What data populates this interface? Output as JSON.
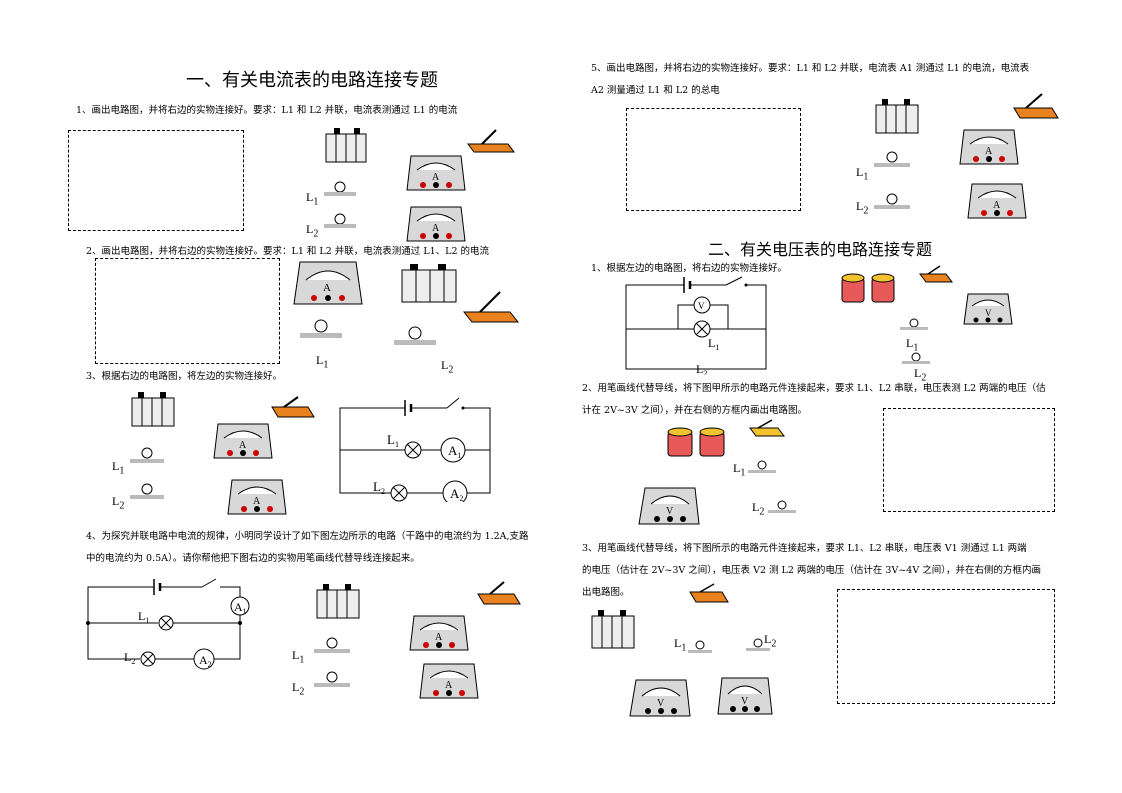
{
  "left": {
    "title": "一、有关电流表的电路连接专题",
    "q1": "1、画出电路图，并将右边的实物连接好。要求：L1 和 L2 并联，电流表测通过 L1 的电流",
    "q2": "2、画出电路图，并将右边的实物连接好。要求：L1 和 L2 并联，电流表测通过 L1、L2 的电流",
    "q3": "3、根据右边的电路图，将左边的实物连接好。",
    "q4_line1": "4、为探究并联电路中电流的规律，小明同学设计了如下图左边所示的电路（干路中的电流约为 1.2A,支路",
    "q4_line2": "中的电流约为 0.5A）。请你帮他把下图右边的实物用笔画线代替导线连接起来。"
  },
  "right": {
    "q5_line1": "5、画出电路图，并将右边的实物连接好。要求：L1 和 L2 并联，电流表 A1 测通过 L1 的电流，电流表",
    "q5_line2": "A2 测量通过 L1 和 L2 的总电",
    "title2": "二、有关电压表的电路连接专题",
    "v1": "1、根据左边的电路图，将右边的实物连接好。",
    "v2_line1": "2、用笔画线代替导线，将下图甲所示的电路元件连接起来，要求 L1、L2 串联，电压表测 L2 两端的电压（估",
    "v2_line2": "计在 2V~3V 之间），并在右侧的方框内画出电路图。",
    "v3_line1": "3、用笔画线代替导线，将下图所示的电路元件连接起来，要求 L1、L2 串联，电压表  V1  测通过 L1 两端",
    "v3_line2": "的电压（估计在 2V~3V 之间），电压表 V2  测 L2 两端的电压（估计在 3V~4V 之间），并在右侧的方框内画",
    "v3_line3": "出电路图。"
  },
  "labels": {
    "L1": "L",
    "L2": "L",
    "sub1": "1",
    "sub2": "2",
    "A": "A",
    "V": "V"
  },
  "colors": {
    "meter_body": "#d8d8d8",
    "switch_base": "#e8821f",
    "battery_red": "#e85a5a",
    "battery_yellow": "#f2c230"
  }
}
